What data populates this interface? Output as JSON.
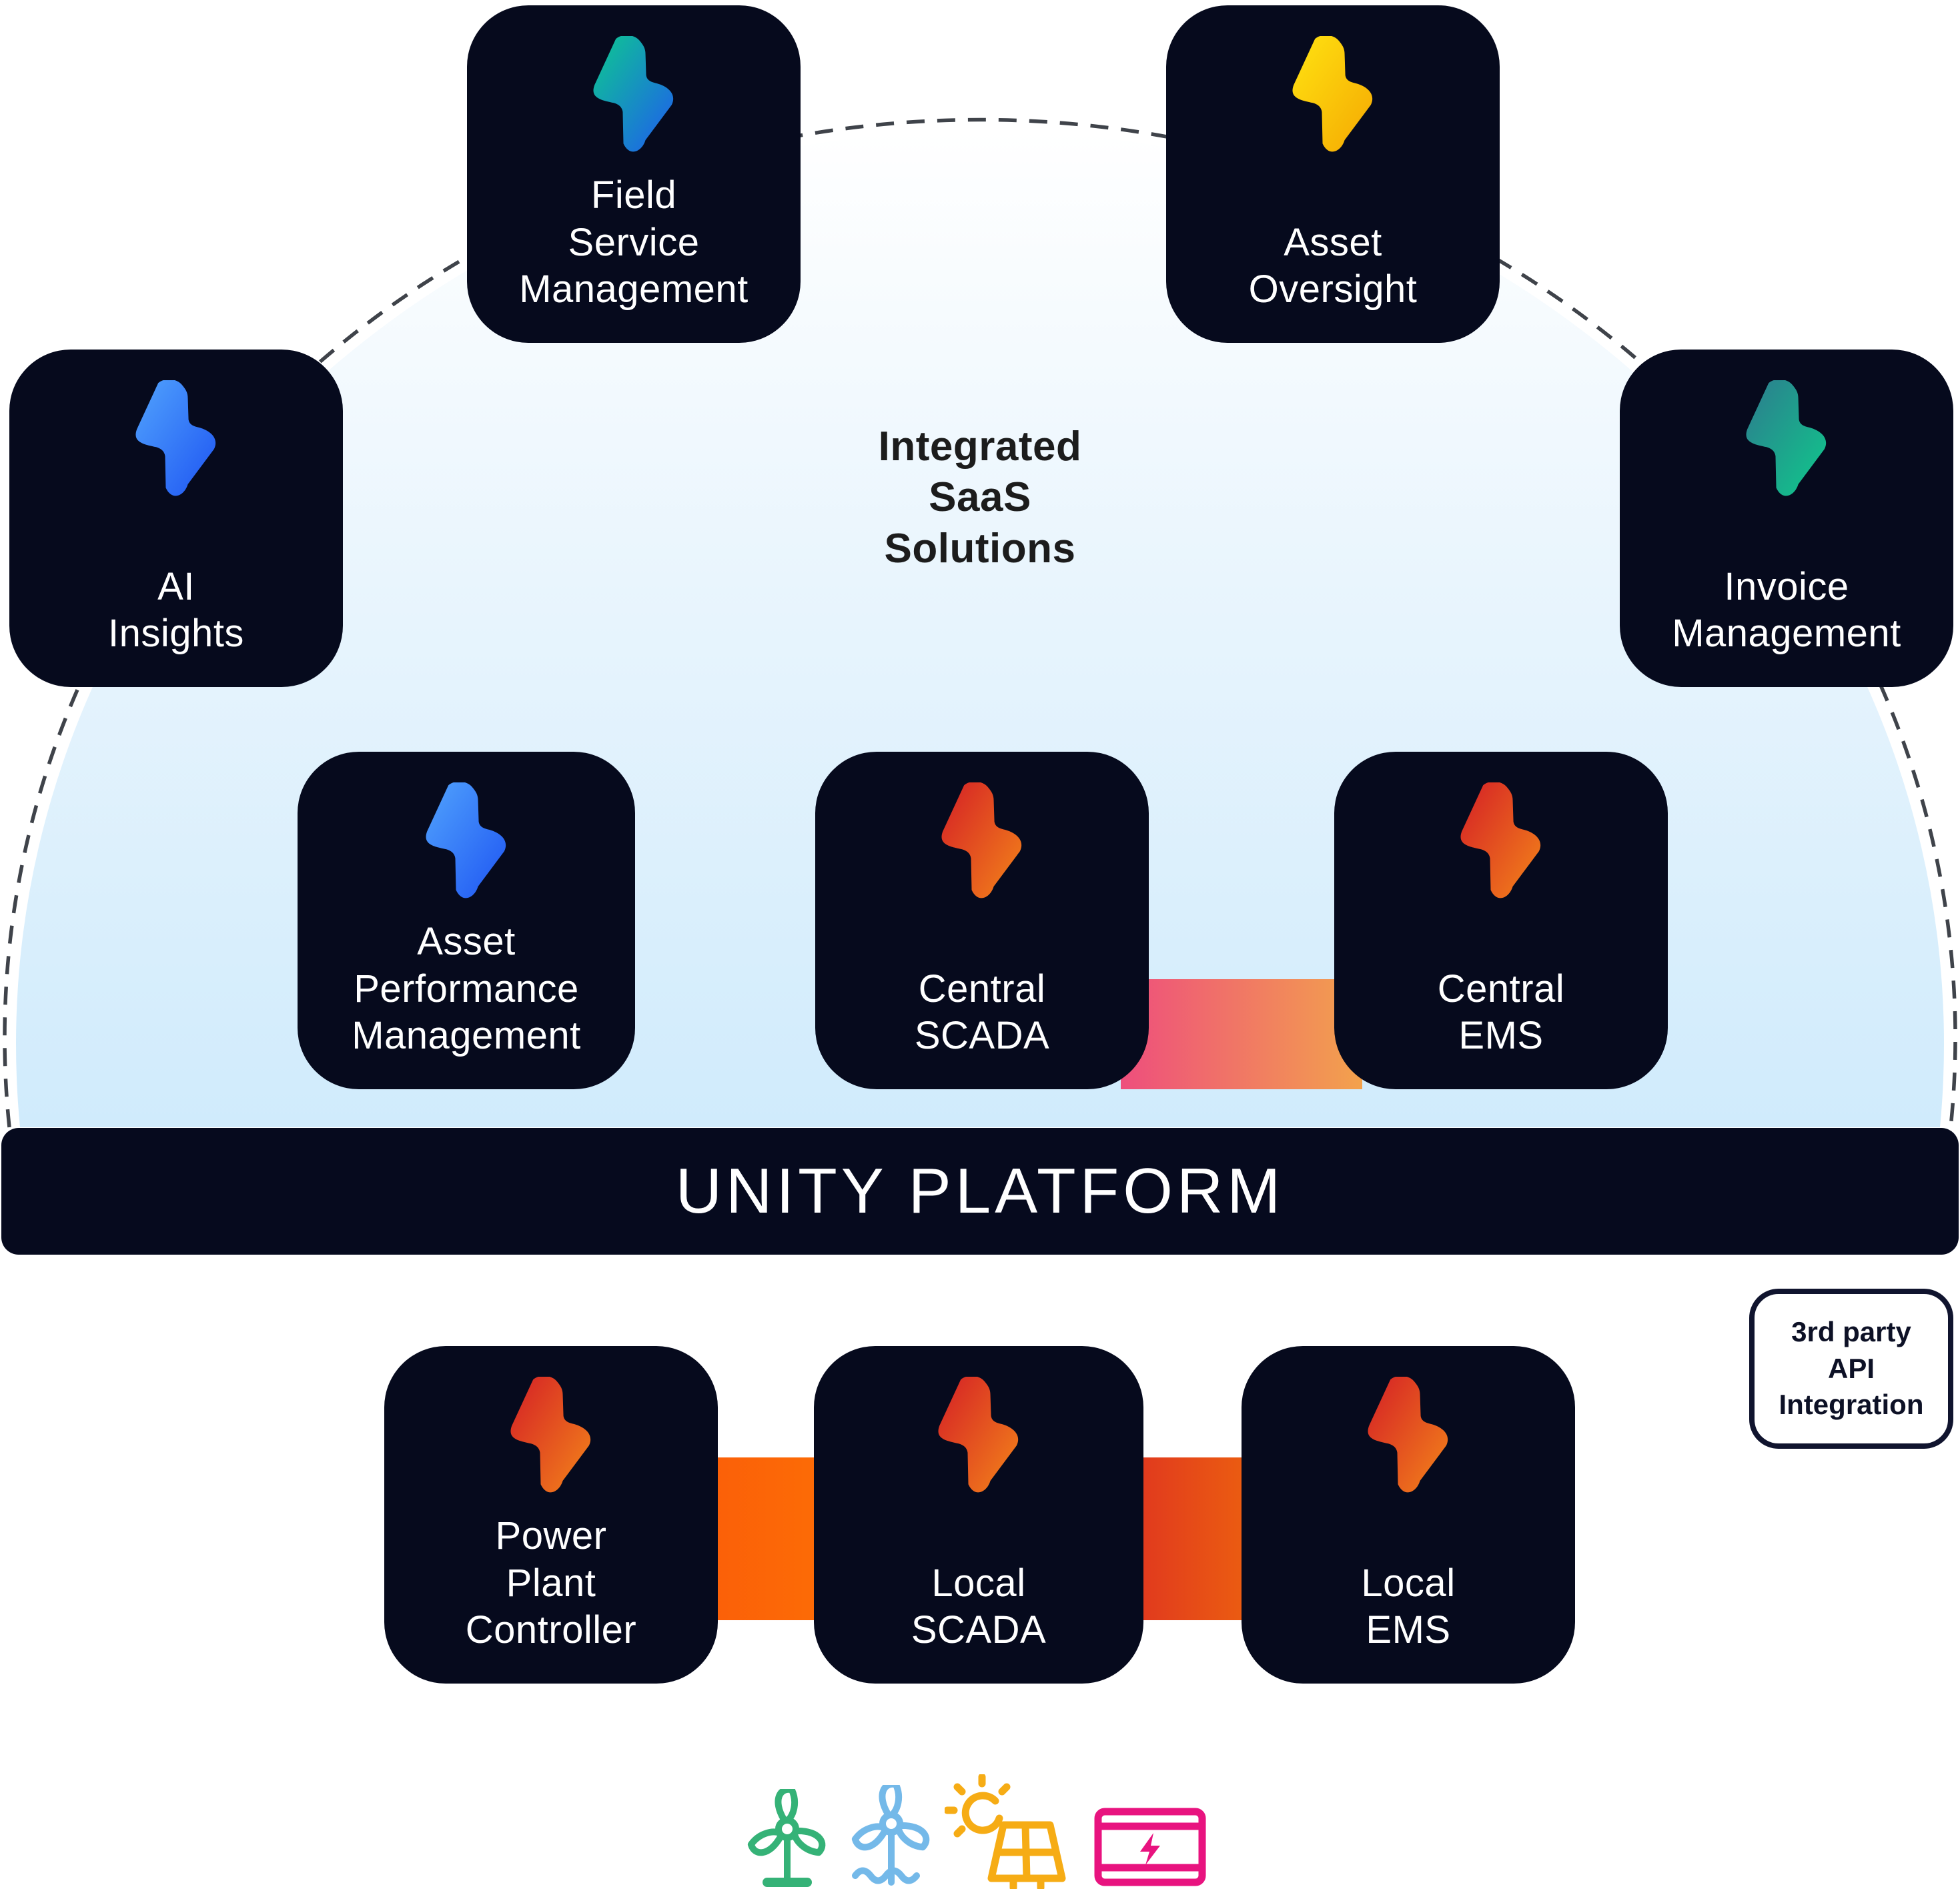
{
  "title": {
    "text": "Integrated\nSaaS\nSolutions"
  },
  "platform": {
    "label": "UNITY PLATFORM"
  },
  "saas_cards": [
    {
      "id": "field-service-management",
      "label": "Field\nService\nManagement",
      "bolt_gradient": "green-blue"
    },
    {
      "id": "asset-oversight",
      "label": "Asset\nOversight",
      "bolt_gradient": "yellow-gold"
    },
    {
      "id": "ai-insights",
      "label": "AI\nInsights",
      "bolt_gradient": "light-blue-blue"
    },
    {
      "id": "invoice-management",
      "label": "Invoice\nManagement",
      "bolt_gradient": "teal-green"
    },
    {
      "id": "asset-performance-management",
      "label": "Asset\nPerformance\nManagement",
      "bolt_gradient": "light-blue-blue"
    },
    {
      "id": "central-scada",
      "label": "Central\nSCADA",
      "bolt_gradient": "red-orange"
    },
    {
      "id": "central-ems",
      "label": "Central\nEMS",
      "bolt_gradient": "red-orange"
    }
  ],
  "local_cards": [
    {
      "id": "power-plant-controller",
      "label": "Power\nPlant\nController",
      "bolt_gradient": "red-orange"
    },
    {
      "id": "local-scada",
      "label": "Local\nSCADA",
      "bolt_gradient": "red-orange"
    },
    {
      "id": "local-ems",
      "label": "Local\nEMS",
      "bolt_gradient": "red-orange"
    }
  ],
  "third_party": {
    "label": "3rd party\nAPI\nIntegration"
  },
  "icons": [
    {
      "name": "onshore-wind-turbine-icon",
      "color": "#35b277"
    },
    {
      "name": "offshore-wind-turbine-icon",
      "color": "#74b9e9"
    },
    {
      "name": "solar-panel-icon",
      "color": "#f6ac15"
    },
    {
      "name": "battery-storage-icon",
      "color": "#e8137f"
    }
  ],
  "colors": {
    "card_background": "#060a1d",
    "platform_bar_background": "#060a1e",
    "dome_top": "#ffffff",
    "dome_bottom": "#d0ebfc",
    "dashed_arc": "#3f434a",
    "title_text": "#1c1c1c",
    "card_text": "#ffffff",
    "bolt_green_blue": [
      "#0dc98f",
      "#1f5bf0"
    ],
    "bolt_yellow_gold": [
      "#ffe311",
      "#f5a802"
    ],
    "bolt_light_blue_blue": [
      "#51a3fd",
      "#1e55f2"
    ],
    "bolt_teal_green": [
      "#2d7b8e",
      "#0fc98b"
    ],
    "bolt_red_orange": [
      "#d41f26",
      "#f2801a"
    ],
    "central_connector": [
      "#ee4e7d",
      "#f3a24c"
    ],
    "local_connector_left": [
      "#fb5f08",
      "#fc6c06"
    ],
    "local_connector_right": [
      "#e0371f",
      "#ec5f10"
    ]
  }
}
